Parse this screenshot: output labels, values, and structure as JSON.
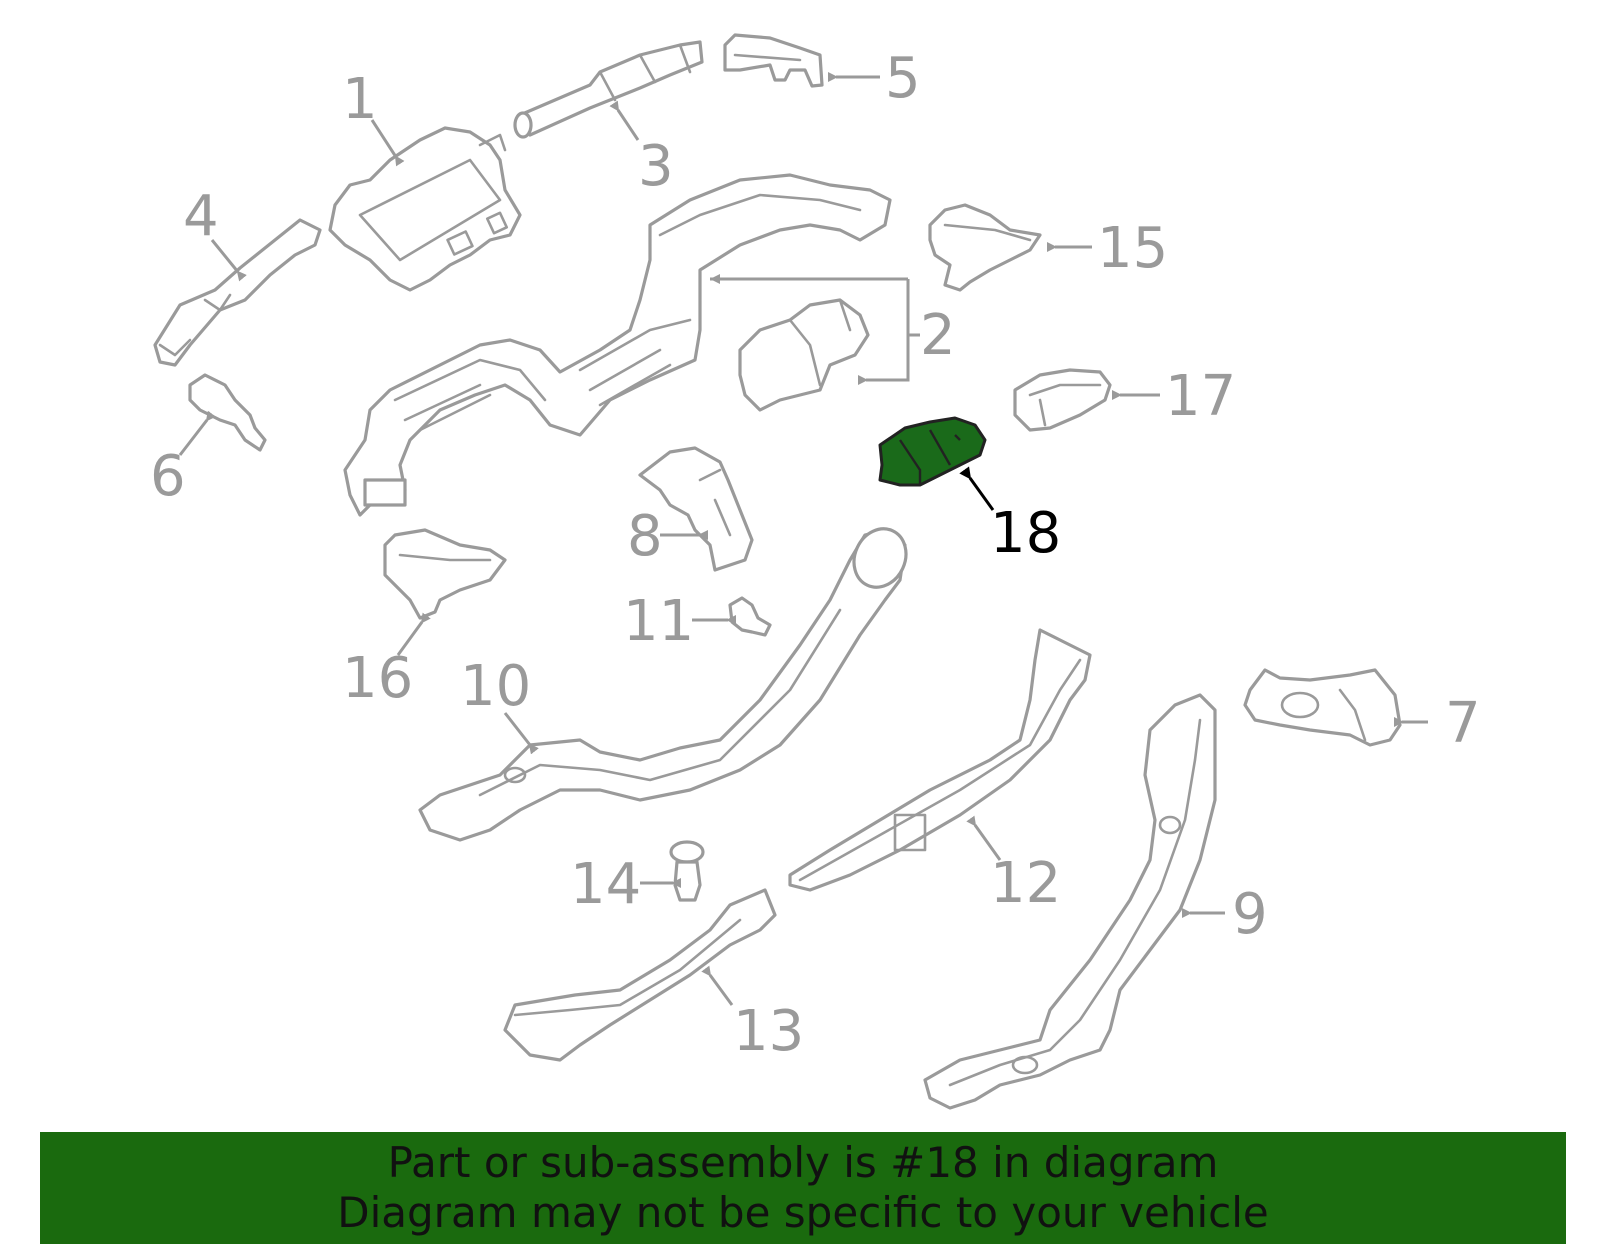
{
  "diagram": {
    "callouts": [
      "1",
      "2",
      "3",
      "4",
      "5",
      "6",
      "7",
      "8",
      "9",
      "10",
      "11",
      "12",
      "13",
      "14",
      "15",
      "16",
      "17",
      "18"
    ],
    "highlighted_callout": "18",
    "highlight_color": "#1a6a1a",
    "line_color": "#9a9a9a"
  },
  "banner": {
    "line1": "Part or sub-assembly is #18 in diagram",
    "line2": "Diagram may not be specific to your vehicle",
    "background": "#1a6a0e"
  }
}
